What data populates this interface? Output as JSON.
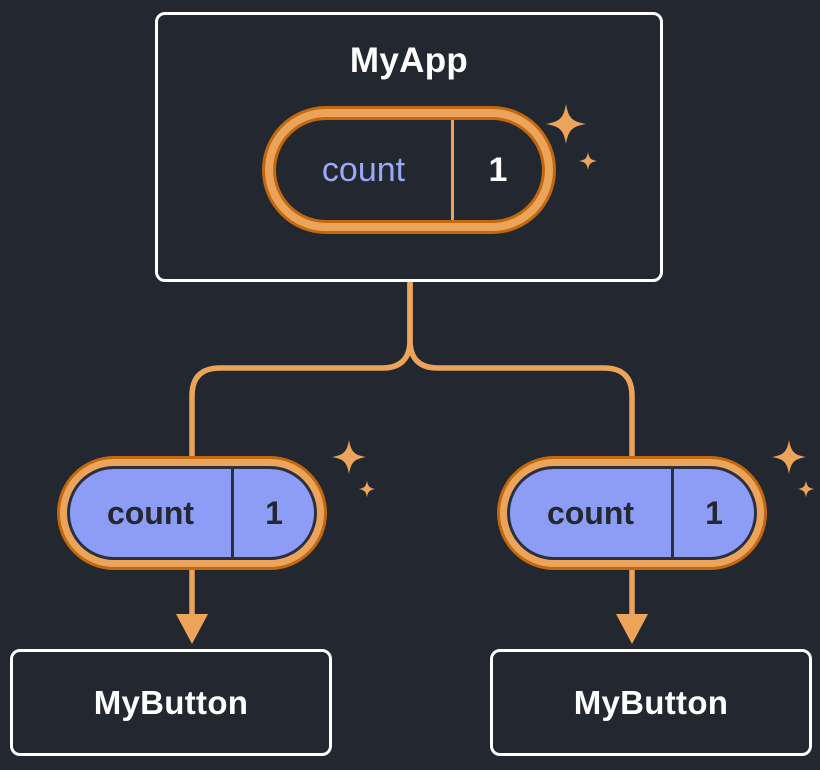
{
  "colors": {
    "background": "#23272F",
    "node_fill": "#23272F",
    "node_border": "#FFFFFF",
    "node_text": "#FFFFFF",
    "connector_orange": "#ECA45B",
    "ring_orange_light": "#ECA45B",
    "ring_orange_dark": "#C2690F",
    "state_label_lavender": "#9AA8F8",
    "prop_pill_fill": "#8D9CF4",
    "prop_pill_border": "#2A3040",
    "prop_text_dark": "#23272F",
    "sparkle": "#ECA45B"
  },
  "icons": {
    "sparkle": "four-point-star"
  },
  "diagram": {
    "root_node": {
      "title": "MyApp",
      "state_pill": {
        "label": "count",
        "value": "1"
      }
    },
    "left_branch": {
      "prop_pill": {
        "label": "count",
        "value": "1"
      },
      "node": {
        "title": "MyButton"
      }
    },
    "right_branch": {
      "prop_pill": {
        "label": "count",
        "value": "1"
      },
      "node": {
        "title": "MyButton"
      }
    }
  }
}
